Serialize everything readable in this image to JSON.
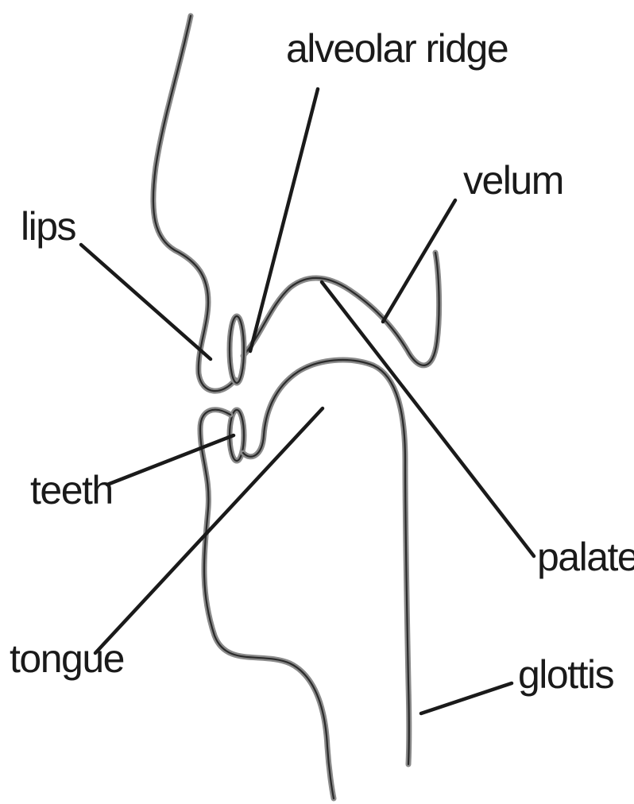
{
  "labels": {
    "alveolar_ridge": "alveolar ridge",
    "velum": "velum",
    "lips": "lips",
    "teeth": "teeth",
    "palate": "palate",
    "tongue": "tongue",
    "glottis": "glottis"
  },
  "colors": {
    "background": "#ffffff",
    "outline": "#8a8a8a",
    "ink": "#1a1a1a"
  }
}
